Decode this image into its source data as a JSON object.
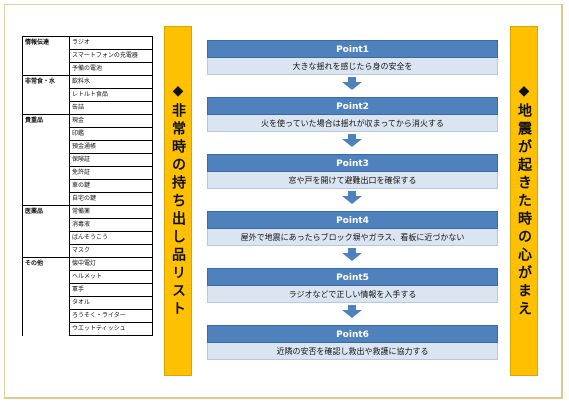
{
  "left_banner": {
    "text": "◆非常時の持ち出し品リスト"
  },
  "right_banner": {
    "text": "◆地震が起きた時の心がまえ"
  },
  "checklist": [
    {
      "category": "情報伝達",
      "items": [
        "ラジオ",
        "スマートフォンの充電器",
        "予備の電池"
      ]
    },
    {
      "category": "非常食・水",
      "items": [
        "飲料水",
        "レトルト食品",
        "缶詰"
      ]
    },
    {
      "category": "貴重品",
      "items": [
        "現金",
        "印鑑",
        "預金通帳",
        "保険証",
        "免許証",
        "車の鍵",
        "自宅の鍵"
      ]
    },
    {
      "category": "医薬品",
      "items": [
        "常備薬",
        "消毒液",
        "ばんそうこう",
        "マスク"
      ]
    },
    {
      "category": "その他",
      "items": [
        "懐中電灯",
        "ヘルメット",
        "軍手",
        "タオル",
        "ろうそく・ライター",
        "ウエットティッシュ"
      ]
    }
  ],
  "steps": [
    {
      "title": "Point1",
      "text": "大きな揺れを感じたら身の安全を"
    },
    {
      "title": "Point2",
      "text": "火を使っていた場合は揺れが収まってから消火する"
    },
    {
      "title": "Point3",
      "text": "窓や戸を開けて避難出口を確保する"
    },
    {
      "title": "Point4",
      "text": "屋外で地震にあったらブロック塀やガラス、看板に近づかない"
    },
    {
      "title": "Point5",
      "text": "ラジオなどで正しい情報を入手する"
    },
    {
      "title": "Point6",
      "text": "近隣の安否を確認し救出や救護に協力する"
    }
  ],
  "colors": {
    "step_head": "#4f81bd",
    "step_body": "#dbe5f1",
    "banner": "#ffc000"
  }
}
